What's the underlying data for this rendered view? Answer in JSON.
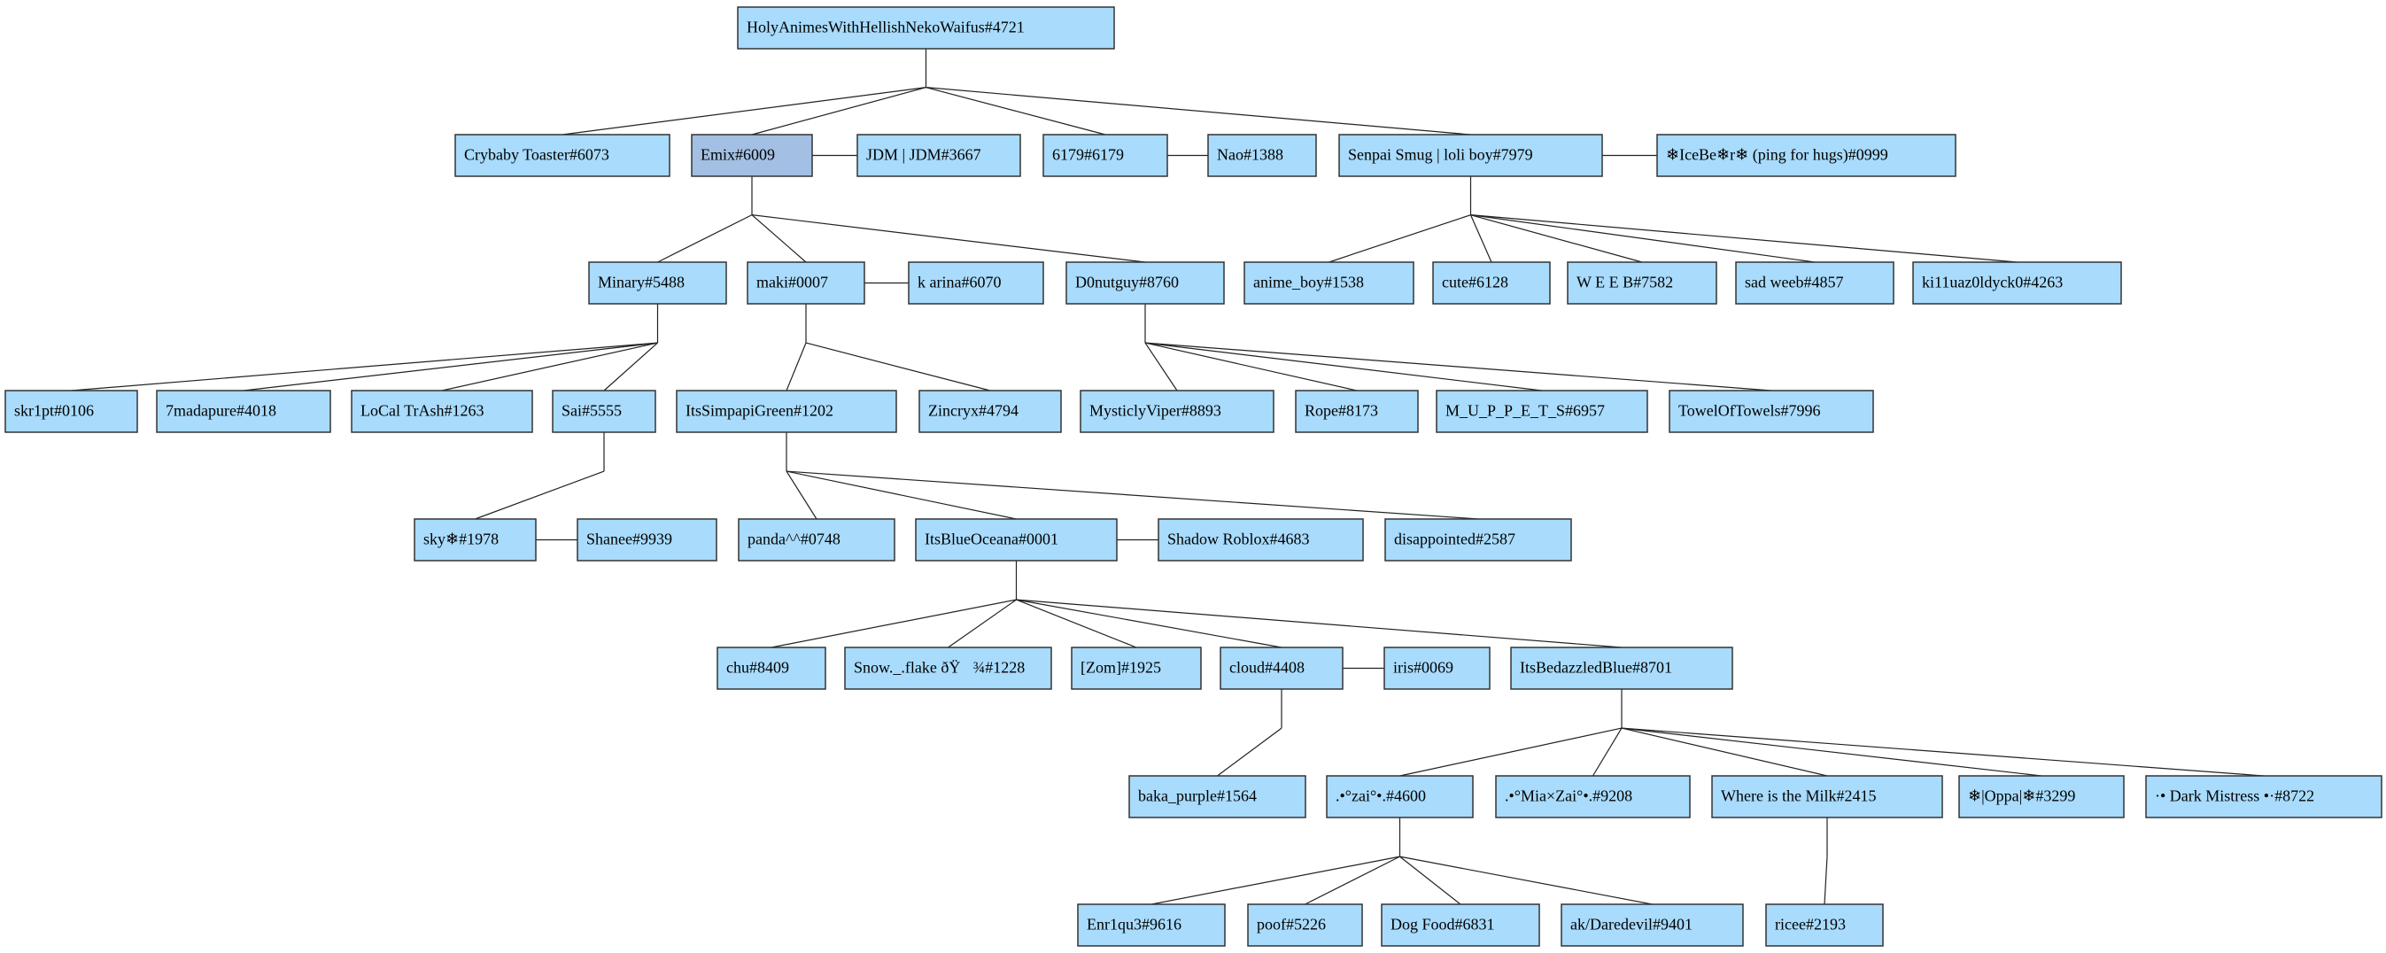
{
  "colors": {
    "node_fill": "#a8dbfc",
    "highlight_fill": "#a3bfe3",
    "stroke": "#333333",
    "edge": "#222222"
  },
  "tree": {
    "nodes": [
      {
        "id": "n0",
        "label": "HolyAnimesWithHellishNekoWaifus#4721"
      },
      {
        "id": "n1",
        "label": "Crybaby Toaster#6073"
      },
      {
        "id": "n2",
        "label": "Emix#6009",
        "highlight": true
      },
      {
        "id": "n3",
        "label": "JDM | JDM#3667"
      },
      {
        "id": "n4",
        "label": "6179#6179"
      },
      {
        "id": "n5",
        "label": "Nao#1388"
      },
      {
        "id": "n6",
        "label": "Senpai Smug | loli boy#7979"
      },
      {
        "id": "n7",
        "label": "❄IceBe❄r❄ (ping for hugs)#0999"
      },
      {
        "id": "n8",
        "label": "Minary#5488"
      },
      {
        "id": "n9",
        "label": "maki#0007"
      },
      {
        "id": "n10",
        "label": "k arina#6070"
      },
      {
        "id": "n11",
        "label": "D0nutguy#8760"
      },
      {
        "id": "n12",
        "label": "anime_boy#1538"
      },
      {
        "id": "n13",
        "label": "cute#6128"
      },
      {
        "id": "n14",
        "label": "W E E B#7582"
      },
      {
        "id": "n15",
        "label": "sad weeb#4857"
      },
      {
        "id": "n16",
        "label": "ki11uaz0ldyck0#4263"
      },
      {
        "id": "n17",
        "label": "skr1pt#0106"
      },
      {
        "id": "n18",
        "label": "7madapure#4018"
      },
      {
        "id": "n19",
        "label": "LoCal TrAsh#1263"
      },
      {
        "id": "n20",
        "label": "Sai#5555"
      },
      {
        "id": "n21",
        "label": "ItsSimpapiGreen#1202"
      },
      {
        "id": "n22",
        "label": "Zincryx#4794"
      },
      {
        "id": "n23",
        "label": "MysticlyViper#8893"
      },
      {
        "id": "n24",
        "label": "Rope#8173"
      },
      {
        "id": "n25",
        "label": "M_U_P_P_E_T_S#6957"
      },
      {
        "id": "n26",
        "label": "TowelOfTowels#7996"
      },
      {
        "id": "n27",
        "label": "sky❄#1978"
      },
      {
        "id": "n28",
        "label": "Shanee#9939"
      },
      {
        "id": "n29",
        "label": "panda^^#0748"
      },
      {
        "id": "n30",
        "label": "ItsBlueOceana#0001"
      },
      {
        "id": "n31",
        "label": "Shadow Roblox#4683"
      },
      {
        "id": "n32",
        "label": "disappointed#2587"
      },
      {
        "id": "n33",
        "label": "chu#8409"
      },
      {
        "id": "n34",
        "label": "Snow._.flake ðŸ¾#1228"
      },
      {
        "id": "n35",
        "label": "[Zom]#1925"
      },
      {
        "id": "n36",
        "label": "cloud#4408"
      },
      {
        "id": "n37",
        "label": "iris#0069"
      },
      {
        "id": "n38",
        "label": "ItsBedazzledBlue#8701"
      },
      {
        "id": "n39",
        "label": "baka_purple#1564"
      },
      {
        "id": "n40",
        "label": ".•°zai°•.#4600"
      },
      {
        "id": "n41",
        "label": ".•°Mia×Zai°•.#9208"
      },
      {
        "id": "n42",
        "label": "Where is the Milk#2415"
      },
      {
        "id": "n43",
        "label": "❄|Oppa|❄#3299"
      },
      {
        "id": "n44",
        "label": "·• Dark Mistress •·#8722"
      },
      {
        "id": "n45",
        "label": "Enr1qu3#9616"
      },
      {
        "id": "n46",
        "label": "poof#5226"
      },
      {
        "id": "n47",
        "label": "Dog Food#6831"
      },
      {
        "id": "n48",
        "label": "ak/Daredevil#9401"
      },
      {
        "id": "n49",
        "label": "ricee#2193"
      }
    ],
    "edges": [
      [
        "n0",
        "n1"
      ],
      [
        "n0",
        "n2"
      ],
      [
        "n0",
        "n4"
      ],
      [
        "n0",
        "n6"
      ],
      [
        "n2",
        "n3"
      ],
      [
        "n4",
        "n5"
      ],
      [
        "n6",
        "n7"
      ],
      [
        "n2",
        "n8"
      ],
      [
        "n2",
        "n9"
      ],
      [
        "n2",
        "n11"
      ],
      [
        "n9",
        "n10"
      ],
      [
        "n6",
        "n12"
      ],
      [
        "n6",
        "n13"
      ],
      [
        "n6",
        "n14"
      ],
      [
        "n6",
        "n15"
      ],
      [
        "n6",
        "n16"
      ],
      [
        "n8",
        "n17"
      ],
      [
        "n8",
        "n18"
      ],
      [
        "n8",
        "n19"
      ],
      [
        "n8",
        "n20"
      ],
      [
        "n9",
        "n21"
      ],
      [
        "n9",
        "n22"
      ],
      [
        "n11",
        "n23"
      ],
      [
        "n11",
        "n24"
      ],
      [
        "n11",
        "n25"
      ],
      [
        "n11",
        "n26"
      ],
      [
        "n20",
        "n27"
      ],
      [
        "n27",
        "n28"
      ],
      [
        "n21",
        "n29"
      ],
      [
        "n21",
        "n30"
      ],
      [
        "n21",
        "n32"
      ],
      [
        "n30",
        "n31"
      ],
      [
        "n30",
        "n33"
      ],
      [
        "n30",
        "n34"
      ],
      [
        "n30",
        "n35"
      ],
      [
        "n30",
        "n36"
      ],
      [
        "n30",
        "n38"
      ],
      [
        "n36",
        "n37"
      ],
      [
        "n36",
        "n39"
      ],
      [
        "n38",
        "n40"
      ],
      [
        "n38",
        "n41"
      ],
      [
        "n38",
        "n42"
      ],
      [
        "n38",
        "n43"
      ],
      [
        "n38",
        "n44"
      ],
      [
        "n40",
        "n45"
      ],
      [
        "n40",
        "n46"
      ],
      [
        "n40",
        "n47"
      ],
      [
        "n40",
        "n48"
      ],
      [
        "n42",
        "n49"
      ]
    ]
  }
}
